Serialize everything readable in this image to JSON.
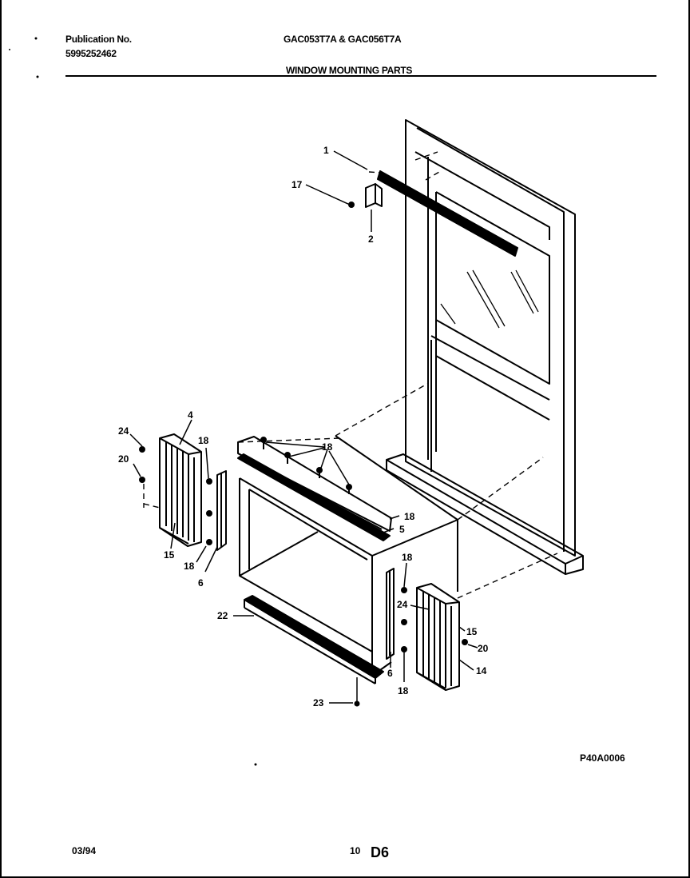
{
  "header": {
    "publication_label": "Publication No.",
    "publication_number": "5995252462",
    "model_title": "GAC053T7A & GAC056T7A",
    "section_title": "WINDOW MOUNTING PARTS"
  },
  "diagram_id": "P40A0006",
  "footer": {
    "date": "03/94",
    "page_number": "10",
    "page_code": "D6"
  },
  "callouts": {
    "c1": "1",
    "c17": "17",
    "c2": "2",
    "c4": "4",
    "c24a": "24",
    "c20a": "20",
    "c18a": "18",
    "c15a": "15",
    "c18b": "18",
    "c6a": "6",
    "c18c": "18",
    "c18d": "18",
    "c5": "5",
    "c18e": "18",
    "c24b": "24",
    "c15b": "15",
    "c20b": "20",
    "c14": "14",
    "c6b": "6",
    "c18f": "18",
    "c22": "22",
    "c23": "23"
  }
}
